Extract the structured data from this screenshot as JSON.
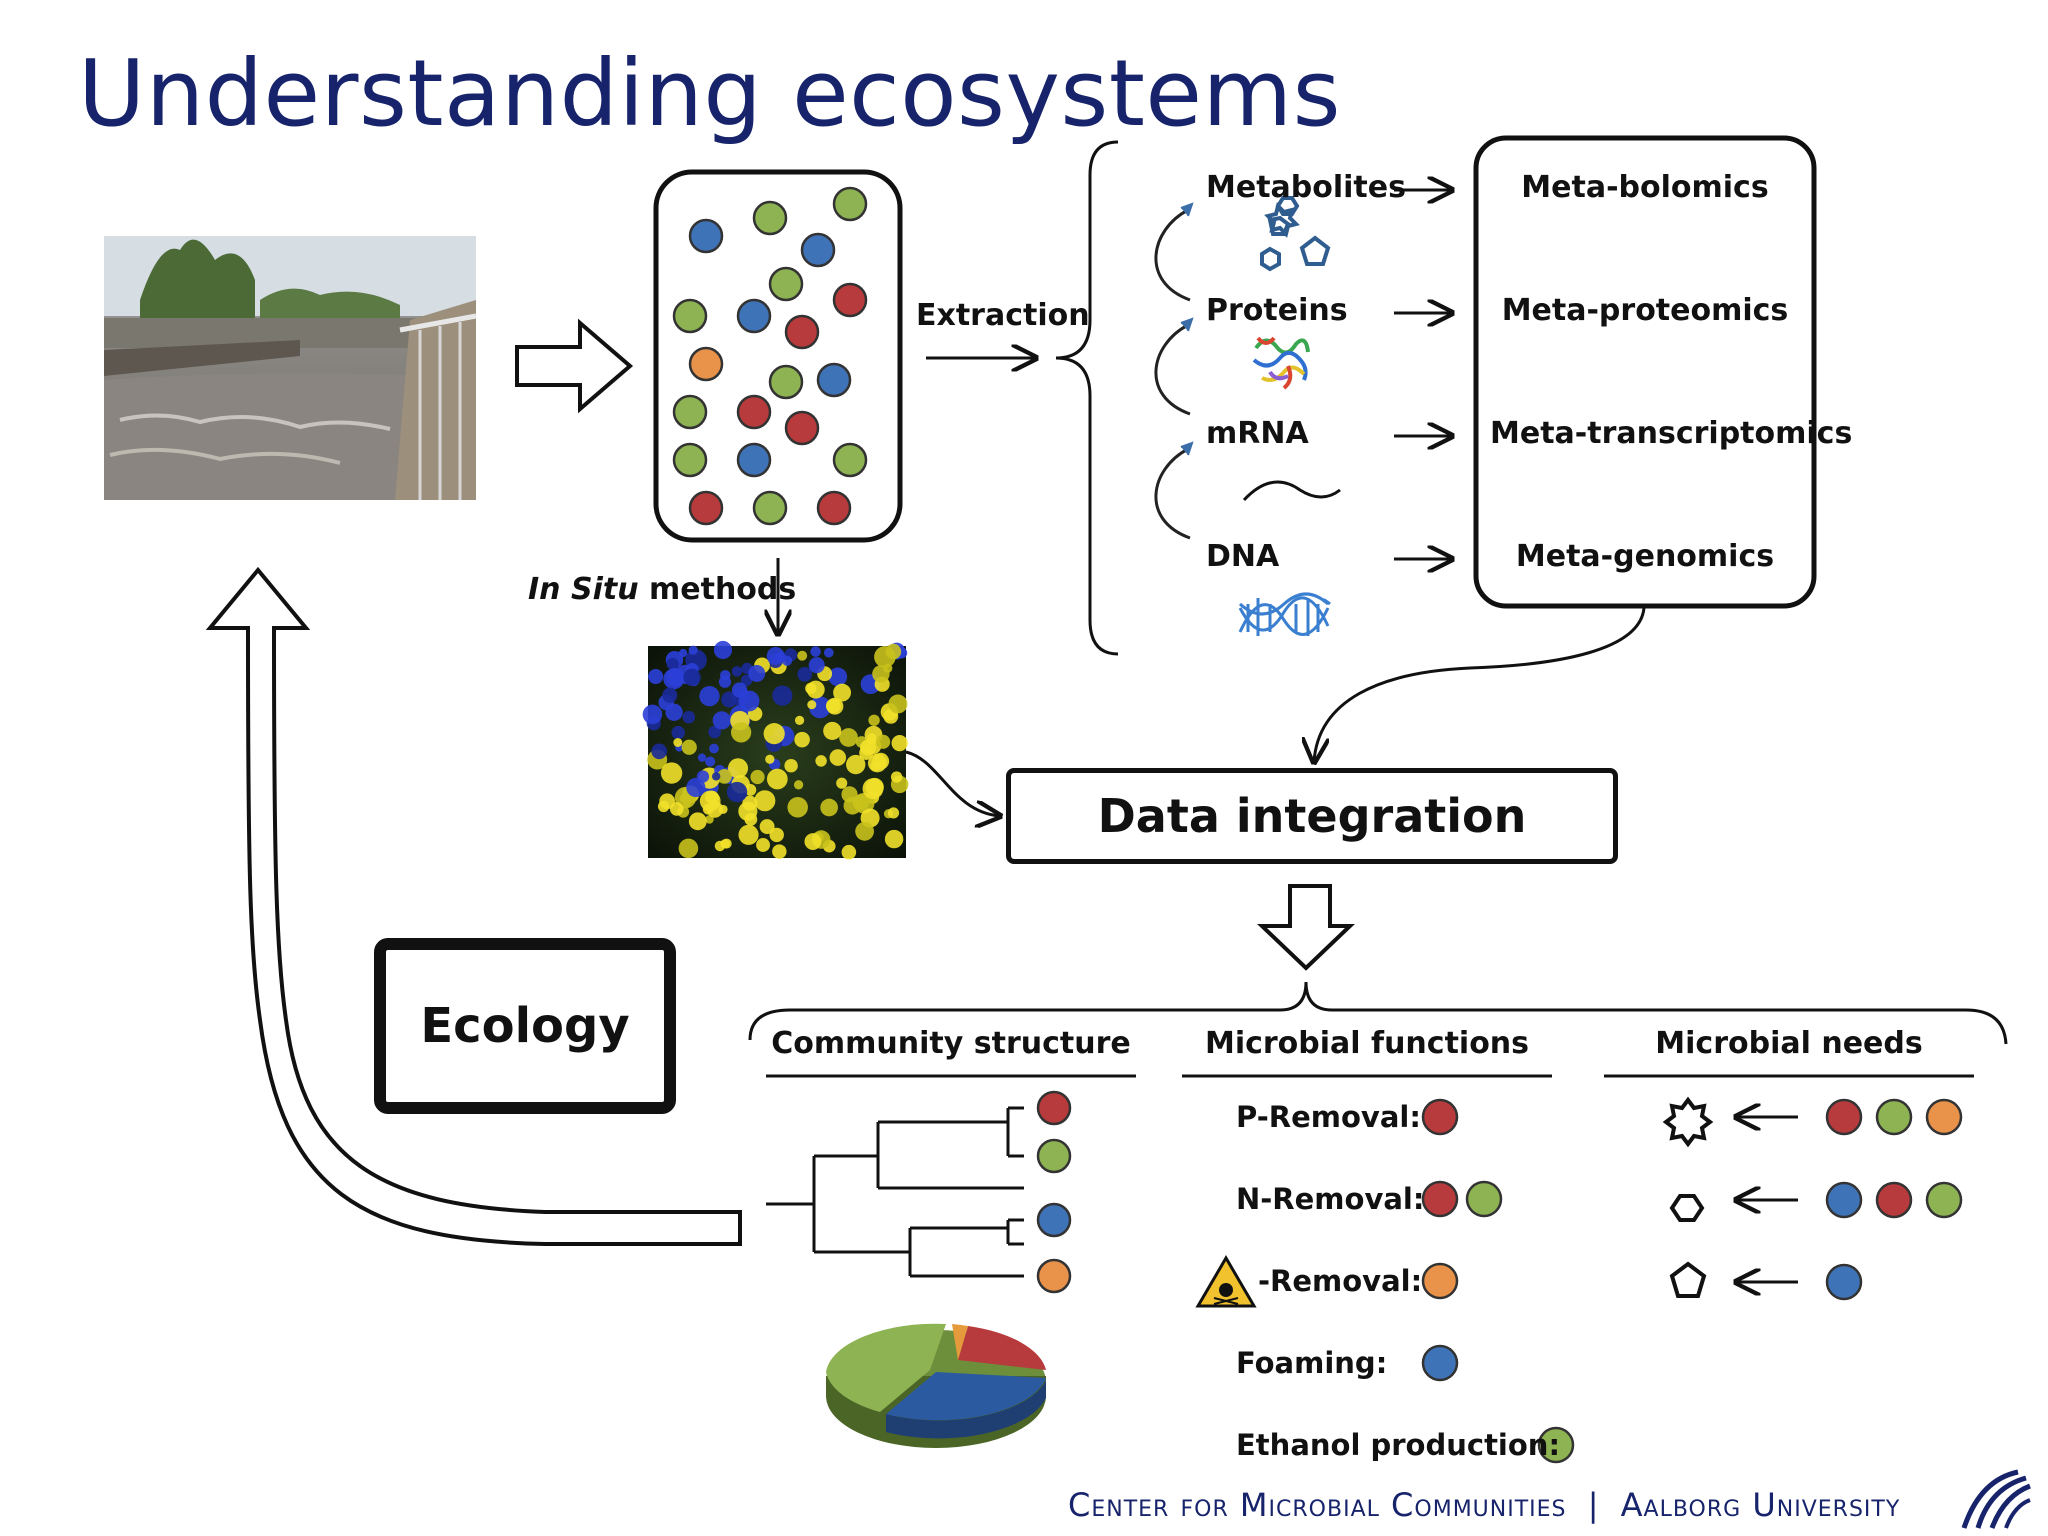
{
  "title": "Understanding ecosystems",
  "labels": {
    "extraction": "Extraction",
    "in_situ_italic": "In Situ",
    "in_situ_rest": " methods"
  },
  "molecules": [
    "Metabolites",
    "Proteins",
    "mRNA",
    "DNA"
  ],
  "omics": [
    "Meta-bolomics",
    "Meta-proteomics",
    "Meta-transcriptomics",
    "Meta-genomics"
  ],
  "data_integration": "Data integration",
  "ecology": "Ecology",
  "columns": {
    "community": "Community structure",
    "functions": "Microbial functions",
    "needs": "Microbial needs"
  },
  "functions": [
    {
      "label": "P-Removal:",
      "dots": [
        "red"
      ]
    },
    {
      "label": "N-Removal:",
      "dots": [
        "red",
        "green"
      ]
    },
    {
      "label": "-Removal:",
      "dots": [
        "orange"
      ]
    },
    {
      "label": "Foaming:",
      "dots": [
        "blue"
      ]
    },
    {
      "label": "Ethanol production:",
      "dots": [
        "green"
      ]
    }
  ],
  "needs": [
    {
      "shape": "star",
      "dots": [
        "red",
        "green",
        "orange"
      ]
    },
    {
      "shape": "hexagon",
      "dots": [
        "blue",
        "red",
        "green"
      ]
    },
    {
      "shape": "pentagon",
      "dots": [
        "blue"
      ]
    }
  ],
  "footer": {
    "left": "Center for Microbial Communities",
    "separator": "|",
    "right": "Aalborg University"
  },
  "colors": {
    "red": "#b73a3c",
    "green": "#8db352",
    "blue": "#3f73b8",
    "orange": "#e8924a",
    "title": "#17246b"
  }
}
